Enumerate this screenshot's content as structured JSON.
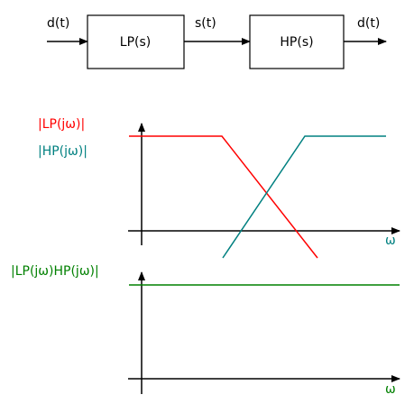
{
  "block_diagram": {
    "input_label": "d(t)",
    "block1_label": "LP(s)",
    "middle_label": "s(t)",
    "block2_label": "HP(s)",
    "output_label": "d(t)"
  },
  "top_plot": {
    "lp_label": "|LP(jω)|",
    "hp_label": "|HP(jω)|",
    "axis_label": "ω",
    "colors": {
      "lp": "#ff0000",
      "hp": "#008080",
      "axis_label": "#008080"
    }
  },
  "bottom_plot": {
    "product_label": "|LP(jω)HP(jω)|",
    "axis_label": "ω",
    "colors": {
      "product": "#008000",
      "axis_label": "#008000"
    }
  }
}
